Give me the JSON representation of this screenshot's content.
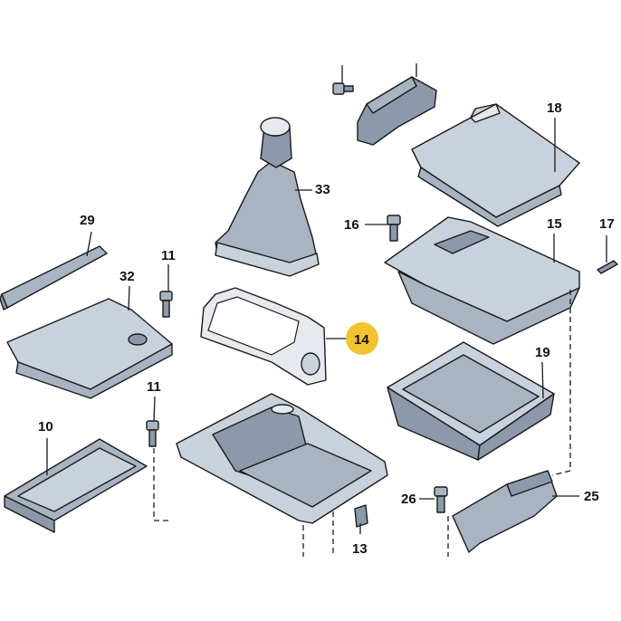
{
  "diagram": {
    "highlight_color": "#f2c230",
    "part_colors": {
      "light": "#c9d2dc",
      "mid": "#a8b4c2",
      "dark": "#8c99aa",
      "pale": "#e6eaef"
    },
    "labels": {
      "p10": "10",
      "p11a": "11",
      "p11b": "11",
      "p13": "13",
      "p14": "14",
      "p15": "15",
      "p16": "16",
      "p17": "17",
      "p18": "18",
      "p19": "19",
      "p25": "25",
      "p26": "26",
      "p29": "29",
      "p32": "32",
      "p33": "33"
    }
  }
}
